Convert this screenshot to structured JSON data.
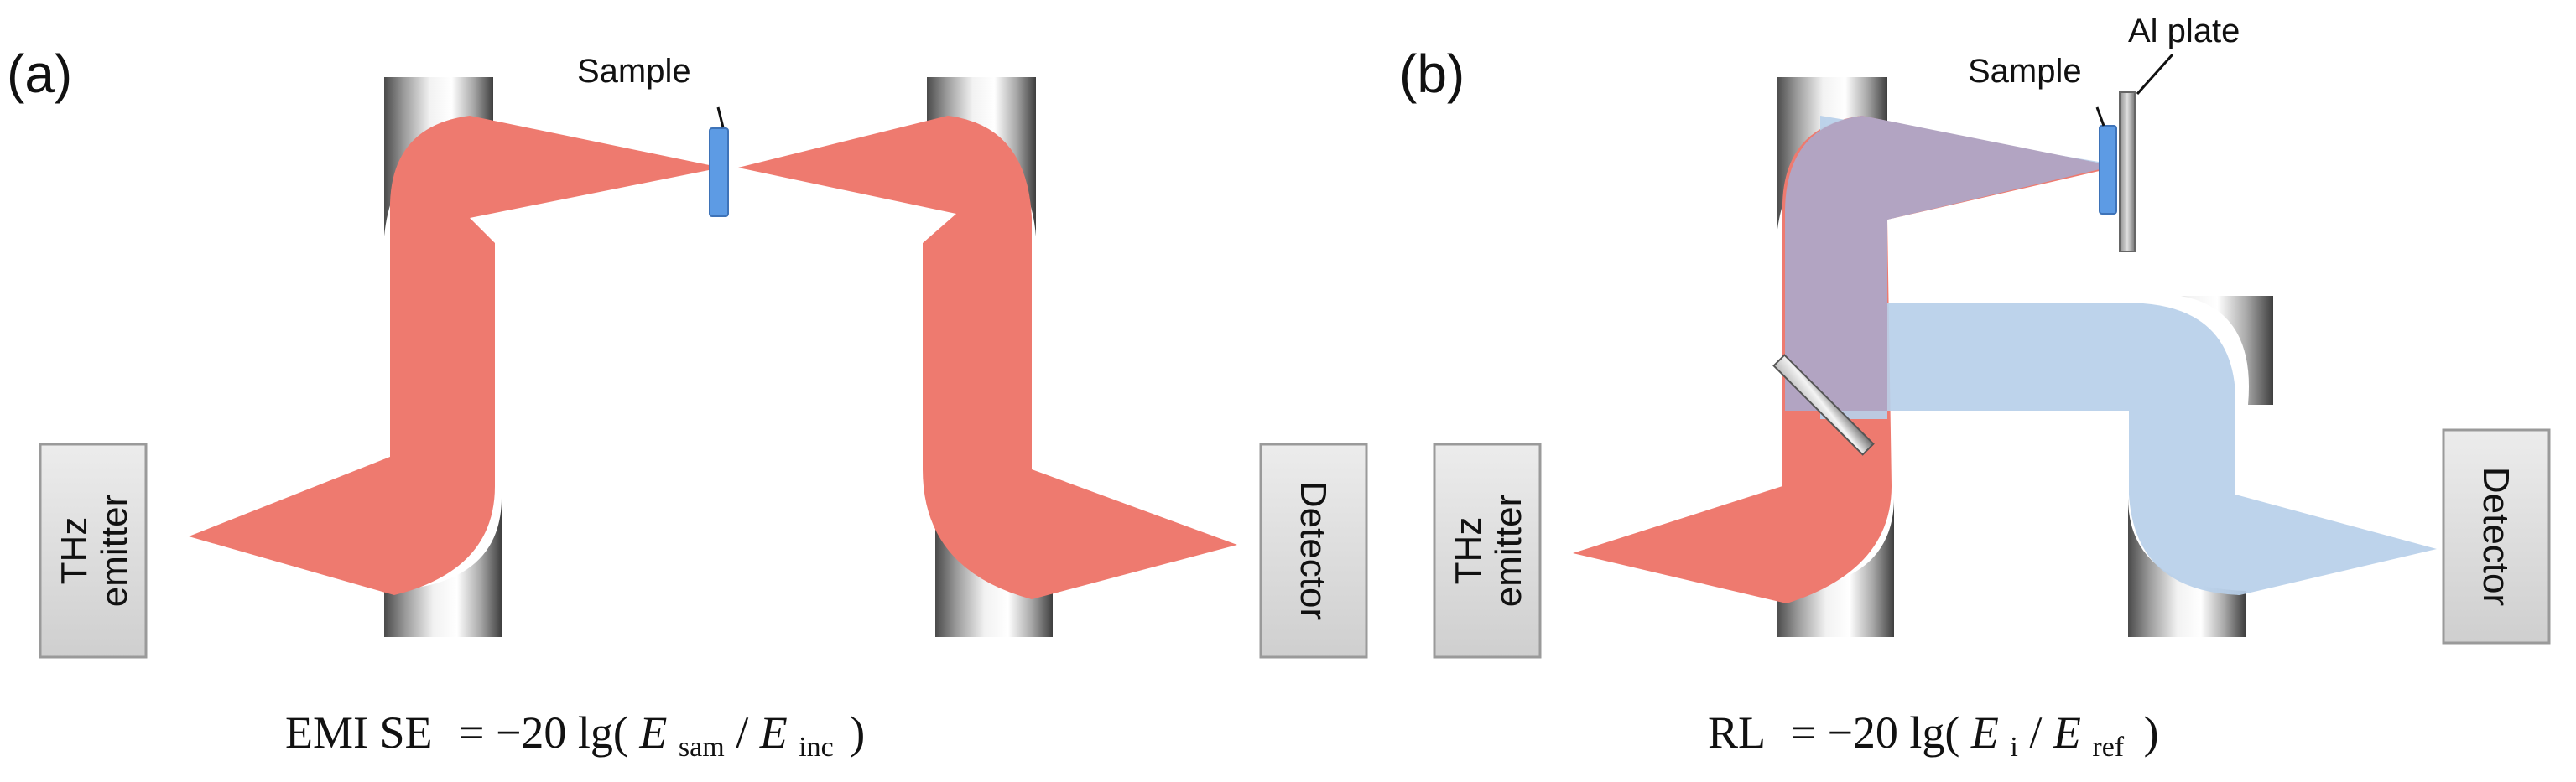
{
  "panel_a": {
    "tag": "(a)",
    "sample_label": "Sample",
    "emitter_label_line1": "THz",
    "emitter_label_line2": "emitter",
    "detector_label": "Detector",
    "equation": {
      "lhs": "EMI SE",
      "rhs": "= −20 lg(",
      "num": "E",
      "num_sub": "sam",
      "slash": " /",
      "den": "E",
      "den_sub": "inc",
      "close": ")"
    }
  },
  "panel_b": {
    "tag": "(b)",
    "sample_label": "Sample",
    "plate_label": "Al plate",
    "emitter_label_line1": "THz",
    "emitter_label_line2": "emitter",
    "detector_label": "Detector",
    "equation": {
      "lhs": "RL",
      "rhs": "= −20 lg(",
      "num": "E",
      "num_sub": "i",
      "slash": "/",
      "den": "E",
      "den_sub": "ref",
      "close": ")"
    }
  },
  "colors": {
    "incident_beam": "#ee7a6f",
    "reflected_beam": "#b7cfe9",
    "overlap_beam": "#b2a4c2",
    "sample": "#5d9be4",
    "box_fill": "#d9d9d9"
  }
}
